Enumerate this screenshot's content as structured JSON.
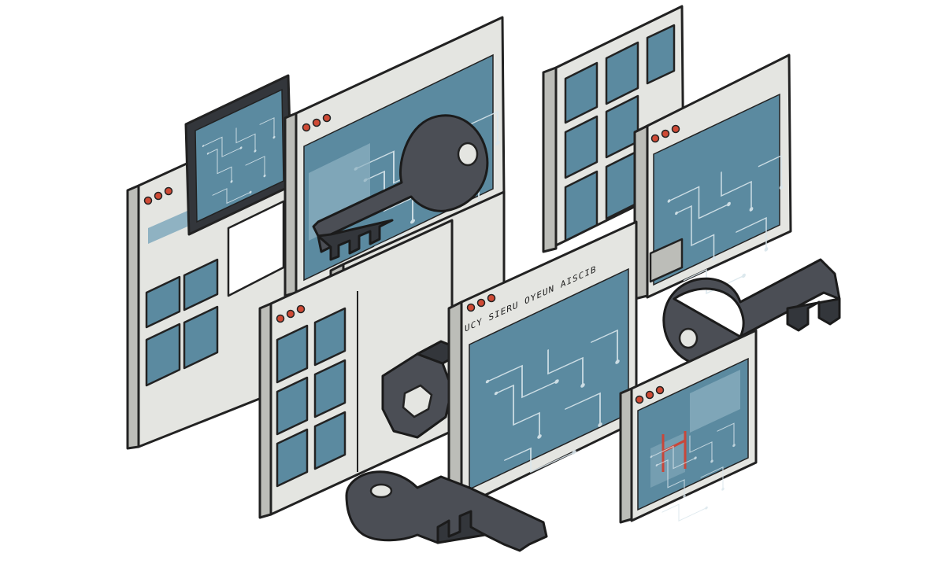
{
  "colors": {
    "frame_fill": "#e4e5e1",
    "frame_side": "#bcbdb8",
    "outline": "#222222",
    "screen_blue": "#5b8aa0",
    "screen_blue_dark": "#3f6f86",
    "screen_blue_light": "#8fb2c2",
    "trace": "#d9e6ec",
    "key_fill": "#4b4e55",
    "key_dark": "#33363b",
    "traffic_light": "#cf4a35",
    "highlight_red": "#c8473a"
  },
  "windows": [
    {
      "id": "left-back-window",
      "title_text": ""
    },
    {
      "id": "top-small-monitor",
      "title_text": ""
    },
    {
      "id": "top-center-window",
      "title_text": ""
    },
    {
      "id": "top-right-grid-window",
      "title_text": ""
    },
    {
      "id": "right-circuit-window",
      "title_text": ""
    },
    {
      "id": "center-panel",
      "title_text": ""
    },
    {
      "id": "lower-left-grid-window",
      "title_text": ""
    },
    {
      "id": "center-circuit-window",
      "title_text": "UCY SIERU OYEUN AISCIB"
    },
    {
      "id": "bottom-right-small-window",
      "title_text": ""
    }
  ],
  "icons": [
    "key-icon",
    "key-icon",
    "key-icon",
    "key-icon",
    "traffic-lights-icon"
  ]
}
